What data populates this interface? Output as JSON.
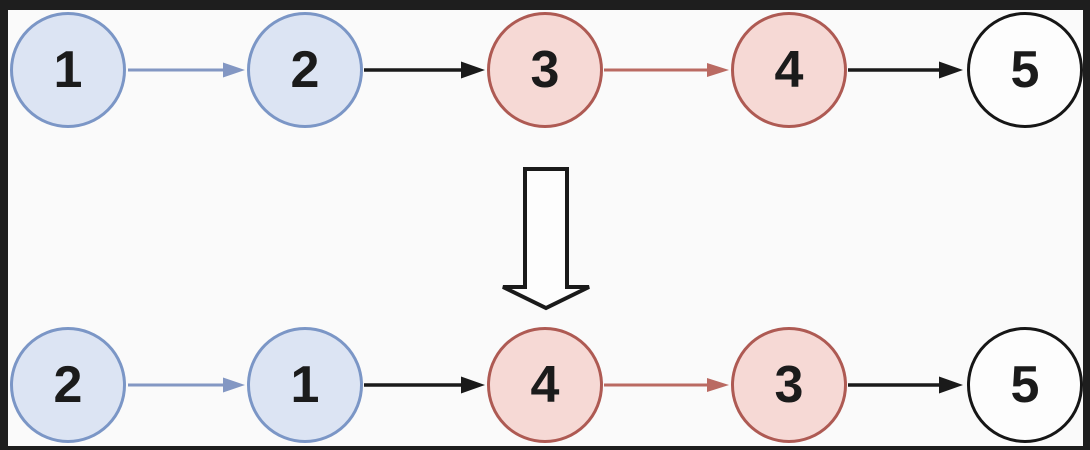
{
  "diagram": {
    "description": "Linked list pair-swap transformation diagram",
    "list_before": {
      "nodes": [
        {
          "value": "1",
          "color": "blue"
        },
        {
          "value": "2",
          "color": "blue"
        },
        {
          "value": "3",
          "color": "red"
        },
        {
          "value": "4",
          "color": "red"
        },
        {
          "value": "5",
          "color": "white"
        }
      ],
      "arrows": [
        {
          "from": "1",
          "to": "2",
          "color": "blue"
        },
        {
          "from": "2",
          "to": "3",
          "color": "black"
        },
        {
          "from": "3",
          "to": "4",
          "color": "red"
        },
        {
          "from": "4",
          "to": "5",
          "color": "black"
        }
      ]
    },
    "transform": {
      "symbol": "hollow-down-arrow"
    },
    "list_after": {
      "nodes": [
        {
          "value": "2",
          "color": "blue"
        },
        {
          "value": "1",
          "color": "blue"
        },
        {
          "value": "4",
          "color": "red"
        },
        {
          "value": "3",
          "color": "red"
        },
        {
          "value": "5",
          "color": "white"
        }
      ],
      "arrows": [
        {
          "from": "2",
          "to": "1",
          "color": "blue"
        },
        {
          "from": "1",
          "to": "4",
          "color": "black"
        },
        {
          "from": "4",
          "to": "3",
          "color": "red"
        },
        {
          "from": "3",
          "to": "5",
          "color": "black"
        }
      ]
    }
  },
  "colors": {
    "background": "#fafafa",
    "frame": "#1e1e1e",
    "blue_fill": "#dce4f3",
    "blue_stroke": "#7b96c6",
    "blue_arrow": "#8397c3",
    "red_fill": "#f6d9d5",
    "red_stroke": "#ae5a53",
    "red_arrow": "#ba6a62",
    "white_fill": "#fdfdfd",
    "white_stroke": "#161616",
    "black_arrow": "#1a1a1a",
    "text": "#1b1b1b"
  }
}
